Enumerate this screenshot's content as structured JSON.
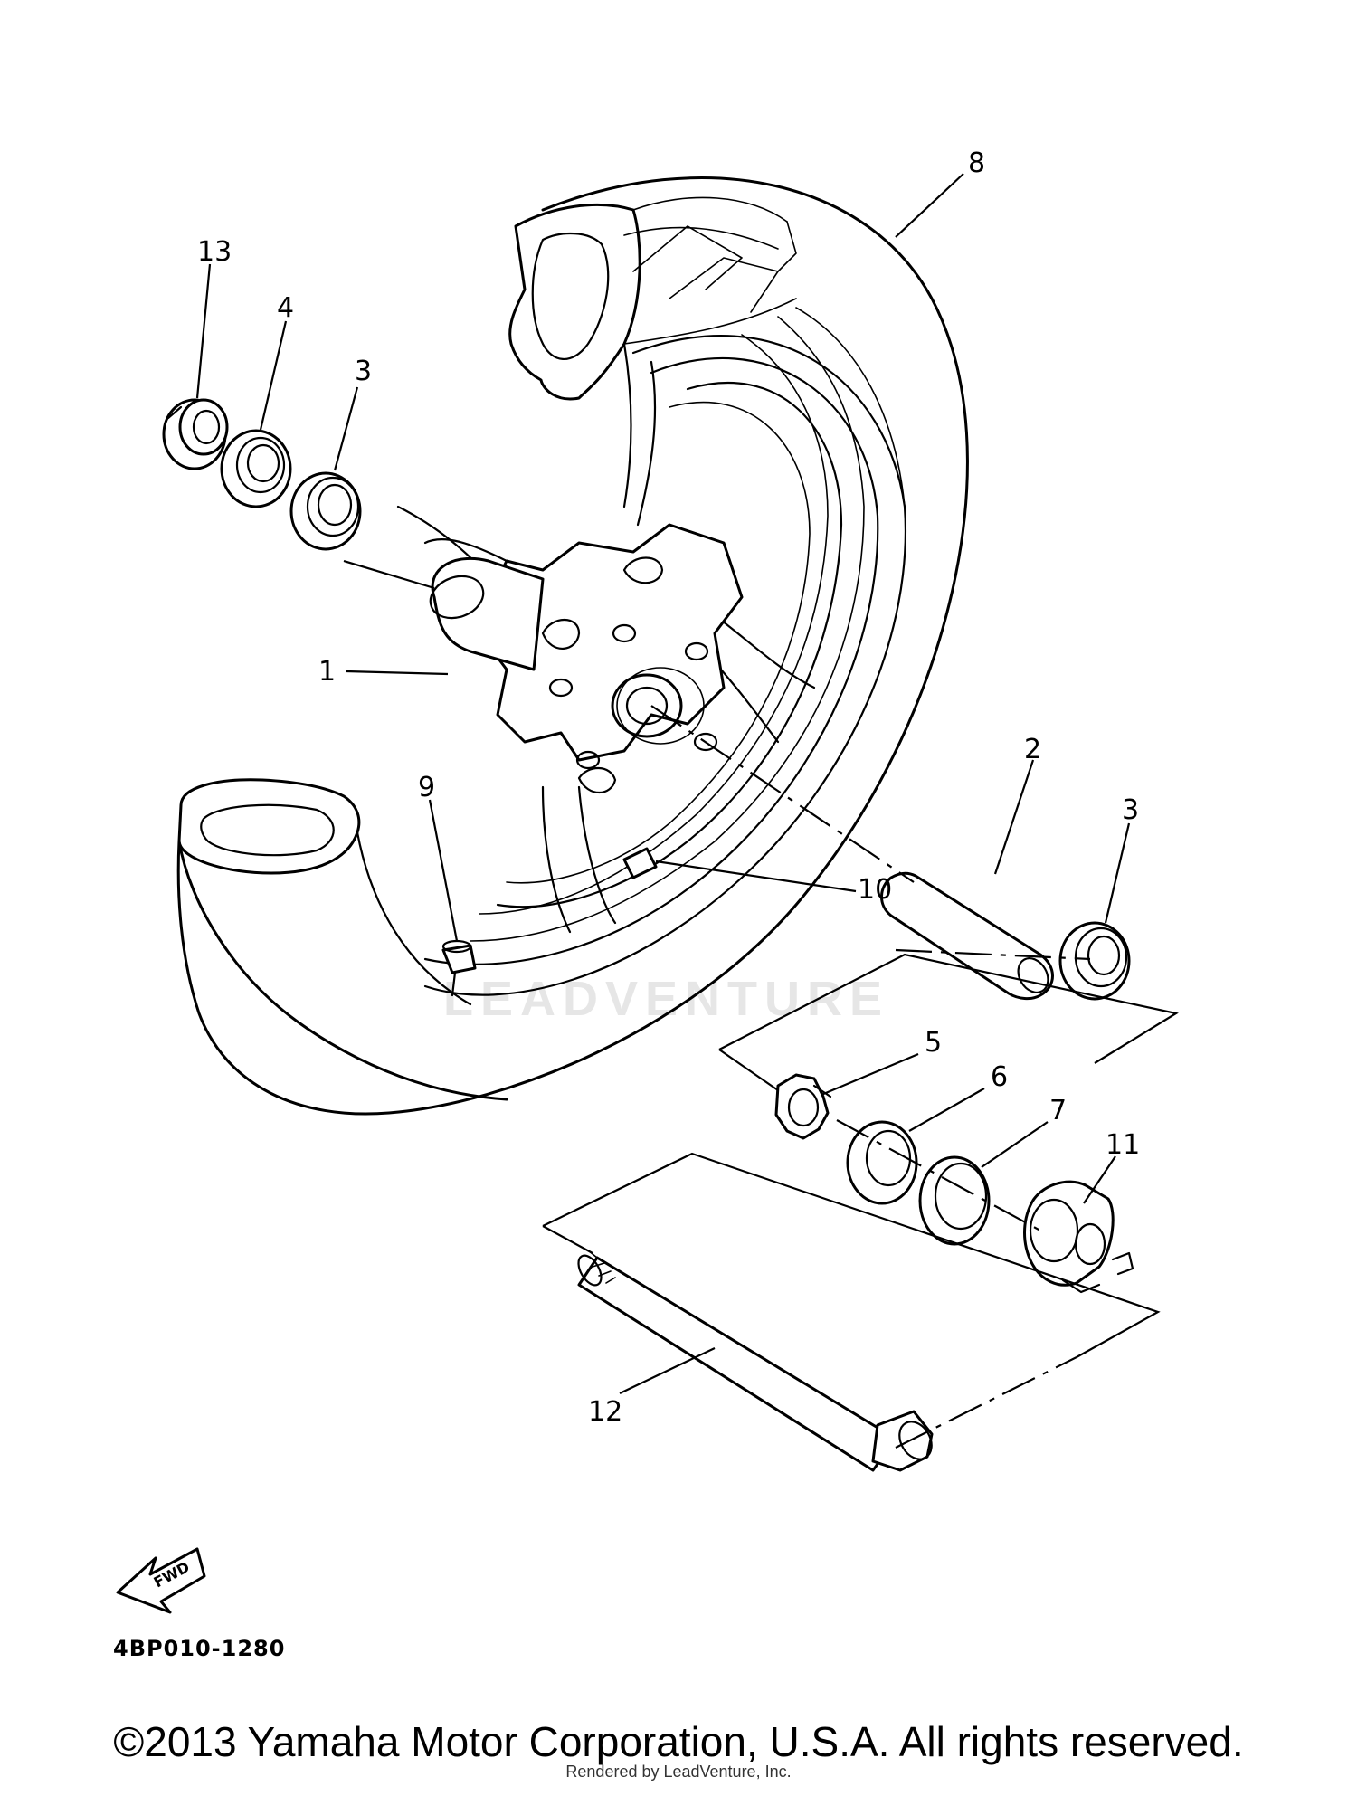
{
  "diagram": {
    "callouts": [
      "1",
      "2",
      "3",
      "3",
      "4",
      "5",
      "6",
      "7",
      "8",
      "9",
      "10",
      "11",
      "12",
      "13"
    ],
    "fwd_label": "FWD",
    "part_number": "4BP010-1280",
    "watermark": "LEADVENTURE",
    "copyright": "©2013 Yamaha Motor Corporation, U.S.A. All rights reserved.",
    "rendered_by": "Rendered by LeadVenture, Inc."
  }
}
